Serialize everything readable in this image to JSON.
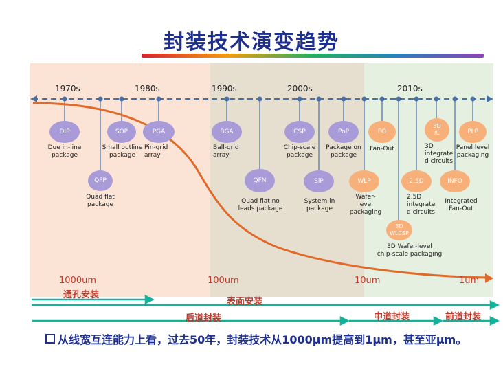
{
  "title": "封装技术演变趋势",
  "decades": [
    "1970s",
    "1980s",
    "1990s",
    "2000s",
    "2010s"
  ],
  "nodes": {
    "dip": {
      "circle": "DIP",
      "label": "Due in-line\npackage"
    },
    "qfp": {
      "circle": "QFP",
      "label": "Quad flat\npackage"
    },
    "sop": {
      "circle": "SOP",
      "label": "Small outline\npackage"
    },
    "pga": {
      "circle": "PGA",
      "label": "Pin-grid\narray"
    },
    "bga": {
      "circle": "BGA",
      "label": "Ball-grid\narray"
    },
    "qfn": {
      "circle": "QFN",
      "label": "Quad flat no\nleads package"
    },
    "csp": {
      "circle": "CSP",
      "label": "Chip-scale\npackage"
    },
    "sip": {
      "circle": "SiP",
      "label": "System in\npackage"
    },
    "pop": {
      "circle": "PoP",
      "label": "Package on\npackage"
    },
    "wlp": {
      "circle": "WLP",
      "label": "Wafer-\nlevel\npackaging"
    },
    "fo": {
      "circle": "FO",
      "label": "Fan-Out"
    },
    "wlcsp3d": {
      "circle": "3D\nWLCSP",
      "label": "3D Wafer-level\nchip-scale packaging"
    },
    "ic25d": {
      "circle": "2.5D",
      "label": "2.5D\nintegrate\nd circuits"
    },
    "ic3d": {
      "circle": "3D\nIC",
      "label": "3D\nintegrate\nd circuits"
    },
    "info": {
      "circle": "INFO",
      "label": "Integrated\nFan-Out"
    },
    "plp": {
      "circle": "PLP",
      "label": "Panel level\npackaging"
    }
  },
  "scale": [
    "1000um",
    "100um",
    "10um",
    "1um"
  ],
  "arrows": {
    "through_hole": "通孔安装",
    "surface_mount": "表面安装",
    "back_end": "后道封装",
    "middle_end": "中道封装",
    "front_end": "前道封装"
  },
  "bullet": "从线宽互连能力上看，过去50年，封装技术从1000μm提高到1μm，甚至亚μm。",
  "colors": {
    "title": "#1d2f8f",
    "arrow": "#12b39b",
    "curve": "#e06a2a",
    "label_red": "#c0392b"
  }
}
